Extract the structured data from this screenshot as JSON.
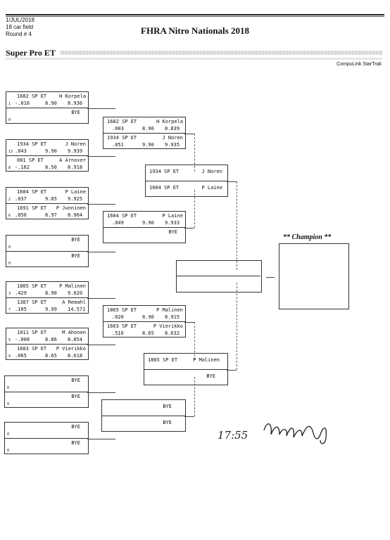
{
  "header": {
    "date": "1/JUL/2018",
    "field": "18 car field",
    "round": "Round # 4",
    "title": "FHRA Nitro Nationals 2018",
    "event": "Super Pro ET",
    "brand": "CompuLink StarTrak"
  },
  "champion_label": "** Champion **",
  "signature": "17:55",
  "round1": [
    {
      "a": {
        "car": "1682 SP ET",
        "name": "H Korpela",
        "lane": "1",
        "rt": "-.016",
        "dial": "8.90",
        "et": "8.936"
      },
      "b": {
        "lane": "0",
        "bye": "BYE"
      }
    },
    {
      "a": {
        "car": "1934 SP ET",
        "name": "J Noren",
        "lane": "13",
        "rt": ".043",
        "dial": "9.90",
        "et": "9.939"
      },
      "b": {
        "car": "001 SP ET",
        "name": "A Arnover",
        "lane": "8",
        "rt": "-.182",
        "dial": "8.50",
        "et": "8.918"
      }
    },
    {
      "a": {
        "car": "1604 SP ET",
        "name": "P Laine",
        "lane": "2",
        "rt": ".037",
        "dial": "9.85",
        "et": "9.925"
      },
      "b": {
        "car": "1691 SP ET",
        "name": "P Junninen",
        "lane": "6",
        "rt": ".050",
        "dial": "8.97",
        "et": "8.964"
      }
    },
    {
      "a": {
        "lane": "0",
        "bye": "BYE"
      },
      "b": {
        "lane": "0",
        "bye": "BYE"
      }
    },
    {
      "a": {
        "car": "1865 SP ET",
        "name": "P Malinen",
        "lane": "3",
        "rt": ".429",
        "dial": "8.90",
        "et": "9.020"
      },
      "b": {
        "car": "1387 SP ET",
        "name": "A Remahl",
        "lane": "7",
        "rt": ".105",
        "dial": "9.99",
        "et": "14.571"
      }
    },
    {
      "a": {
        "car": "1011 SP ET",
        "name": "M Ahonen",
        "lane": "5",
        "rt": "-.008",
        "dial": "8.86",
        "et": "8.854"
      },
      "b": {
        "car": "1603 SP ET",
        "name": "P Vierikko",
        "lane": "9",
        "rt": ".065",
        "dial": "8.65",
        "et": "8.618"
      }
    },
    {
      "a": {
        "lane": "0",
        "bye": "BYE"
      },
      "b": {
        "lane": "0",
        "bye": "BYE"
      }
    },
    {
      "a": {
        "lane": "0",
        "bye": "BYE"
      },
      "b": {
        "lane": "0",
        "bye": "BYE"
      }
    }
  ],
  "round2": [
    {
      "a": {
        "car": "1682 SP ET",
        "name": "H Korpela",
        "rt": ".003",
        "dial": "8.90",
        "et": "8.839"
      },
      "b": {
        "car": "1934 SP ET",
        "name": "J Noren",
        "rt": ".051",
        "dial": "9.90",
        "et": "9.935"
      }
    },
    {
      "a": {
        "car": "1604 SP ET",
        "name": "P Laine",
        "rt": ".049",
        "dial": "9.90",
        "et": "9.933"
      },
      "b": {
        "bye": "BYE"
      }
    },
    {
      "a": {
        "car": "1865 SP ET",
        "name": "P Malinen",
        "rt": ".020",
        "dial": "8.90",
        "et": "8.915"
      },
      "b": {
        "car": "1603 SP ET",
        "name": "P Vierikko",
        "rt": ".516",
        "dial": "8.65",
        "et": "8.632"
      }
    },
    {
      "a": {
        "bye": "BYE"
      },
      "b": {
        "bye": "BYE"
      }
    }
  ],
  "round3": [
    {
      "a": {
        "car": "1934 SP ET",
        "name": "J Noren"
      },
      "b": {
        "car": "1604 SP ET",
        "name": "P Laine"
      }
    },
    {
      "a": {
        "car": "1865 SP ET",
        "name": "P Malinen"
      },
      "b": {
        "bye": "BYE"
      }
    }
  ]
}
